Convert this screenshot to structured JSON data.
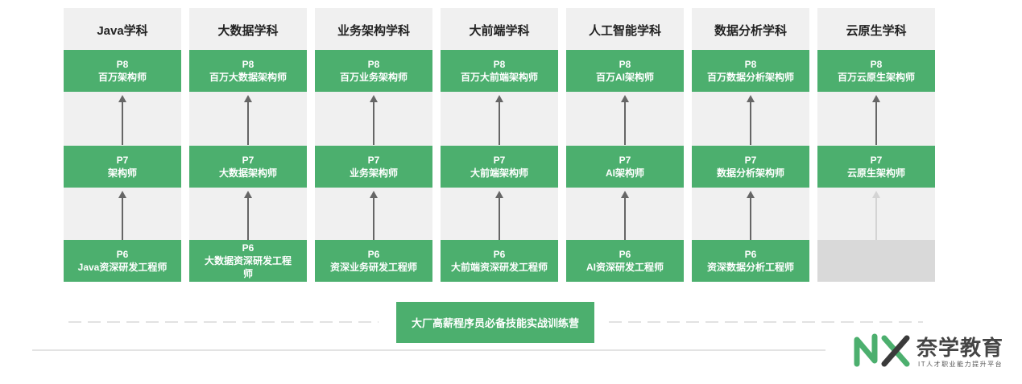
{
  "columns": [
    {
      "title": "Java学科",
      "p8_level": "P8",
      "p8_role": "百万架构师",
      "p7_level": "P7",
      "p7_role": "架构师",
      "p6_level": "P6",
      "p6_role": "Java资深研发工程师"
    },
    {
      "title": "大数据学科",
      "p8_level": "P8",
      "p8_role": "百万大数据架构师",
      "p7_level": "P7",
      "p7_role": "大数据架构师",
      "p6_level": "P6",
      "p6_role": "大数据资深研发工程师"
    },
    {
      "title": "业务架构学科",
      "p8_level": "P8",
      "p8_role": "百万业务架构师",
      "p7_level": "P7",
      "p7_role": "业务架构师",
      "p6_level": "P6",
      "p6_role": "资深业务研发工程师"
    },
    {
      "title": "大前端学科",
      "p8_level": "P8",
      "p8_role": "百万大前端架构师",
      "p7_level": "P7",
      "p7_role": "大前端架构师",
      "p6_level": "P6",
      "p6_role": "大前端资深研发工程师"
    },
    {
      "title": "人工智能学科",
      "p8_level": "P8",
      "p8_role": "百万AI架构师",
      "p7_level": "P7",
      "p7_role": "AI架构师",
      "p6_level": "P6",
      "p6_role": "AI资深研发工程师"
    },
    {
      "title": "数据分析学科",
      "p8_level": "P8",
      "p8_role": "百万数据分析架构师",
      "p7_level": "P7",
      "p7_role": "数据分析架构师",
      "p6_level": "P6",
      "p6_role": "资深数据分析工程师"
    },
    {
      "title": "云原生学科",
      "p8_level": "P8",
      "p8_role": "百万云原生架构师",
      "p7_level": "P7",
      "p7_role": "云原生架构师"
    }
  ],
  "bootcamp": "大厂高薪程序员必备技能实战训练营",
  "logo": {
    "name": "奈学教育",
    "tagline": "IT人才职业能力提升平台"
  },
  "colors": {
    "box_green": "#4caf6e",
    "column_bg": "#f0f0f0",
    "empty_box": "#d9d9d9",
    "arrow": "#666666",
    "logo_green": "#4caf6e"
  }
}
